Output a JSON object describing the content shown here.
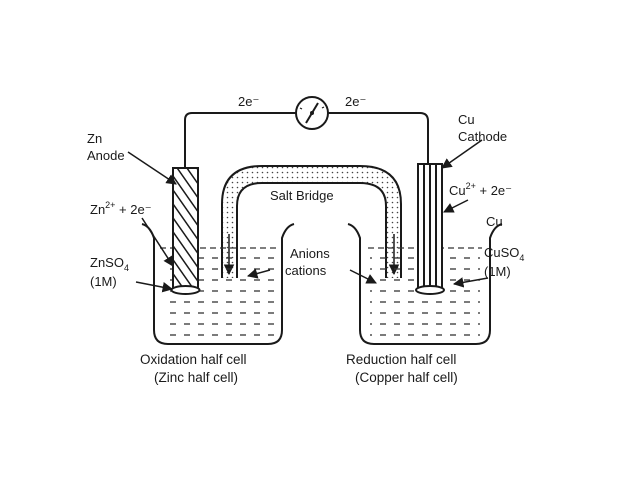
{
  "labels": {
    "electron_left": "2e⁻",
    "electron_right": "2e⁻",
    "zn": "Zn",
    "anode": "Anode",
    "cu": "Cu",
    "cathode": "Cathode",
    "salt_bridge": "Salt Bridge",
    "zn_ion_base": "Zn",
    "zn_ion_charge": "2+",
    "zn_ion_rest": " + 2e⁻",
    "cu_ion_base": "Cu",
    "cu_ion_charge": "2+",
    "cu_ion_rest": " + 2e⁻",
    "cu_product": "Cu",
    "znso4_base": "ZnSO",
    "znso4_sub": "4",
    "znso4_conc": "(1M)",
    "cuso4_base": "CuSO",
    "cuso4_sub": "4",
    "cuso4_conc": "(1M)",
    "anions": "Anions",
    "cations": "cations"
  },
  "captions": {
    "left_title": "Oxidation half cell",
    "left_sub": "(Zinc half cell)",
    "right_title": "Reduction half cell",
    "right_sub": "(Copper half cell)"
  },
  "icons": {
    "meter": "galvanometer-icon"
  },
  "colors": {
    "ink": "#1a1a1a",
    "background": "#ffffff"
  }
}
